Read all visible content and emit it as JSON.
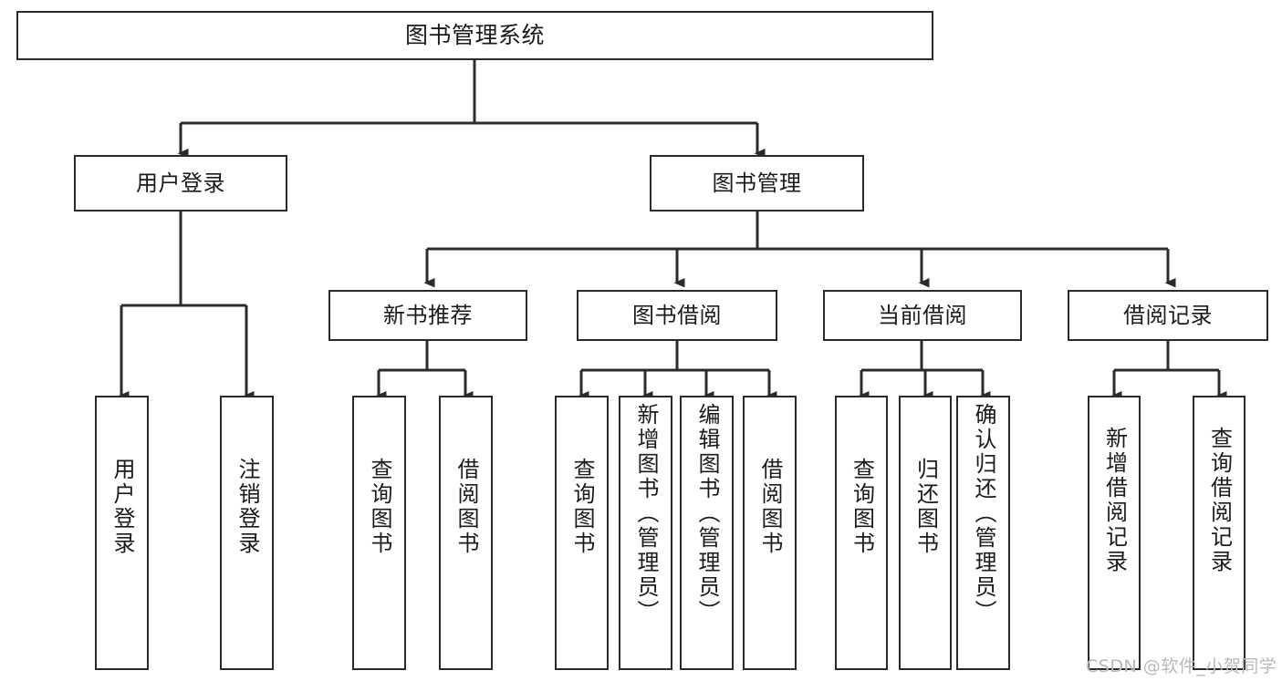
{
  "diagram": {
    "title": "图书管理系统",
    "type": "tree-hierarchy",
    "colors": {
      "stroke": "#2b2b2b",
      "fill": "#ffffff",
      "text": "#1b1b1b",
      "watermark": "#b9b9b9"
    }
  },
  "nodes": {
    "root": {
      "label": "图书管理系统",
      "level": 1
    },
    "level2": [
      {
        "id": "user-login",
        "label": "用户登录"
      },
      {
        "id": "book-management",
        "label": "图书管理"
      }
    ],
    "level3": [
      {
        "id": "new-book-recommend",
        "label": "新书推荐"
      },
      {
        "id": "book-borrow",
        "label": "图书借阅"
      },
      {
        "id": "current-borrow",
        "label": "当前借阅"
      },
      {
        "id": "borrow-record",
        "label": "借阅记录"
      }
    ],
    "leaves": [
      {
        "id": "leaf-user-login",
        "label": "用户登录",
        "parent": "user-login"
      },
      {
        "id": "leaf-logout",
        "label": "注销登录",
        "parent": "user-login"
      },
      {
        "id": "leaf-query-book-1",
        "label": "查询图书",
        "parent": "new-book-recommend"
      },
      {
        "id": "leaf-borrow-book-1",
        "label": "借阅图书",
        "parent": "new-book-recommend"
      },
      {
        "id": "leaf-query-book-2",
        "label": "查询图书",
        "parent": "book-borrow"
      },
      {
        "id": "leaf-add-book",
        "label": "新增图书（管理员）",
        "parent": "book-borrow"
      },
      {
        "id": "leaf-edit-book",
        "label": "编辑图书（管理员）",
        "parent": "book-borrow"
      },
      {
        "id": "leaf-borrow-book-2",
        "label": "借阅图书",
        "parent": "book-borrow"
      },
      {
        "id": "leaf-query-book-3",
        "label": "查询图书",
        "parent": "current-borrow"
      },
      {
        "id": "leaf-return-book",
        "label": "归还图书",
        "parent": "current-borrow"
      },
      {
        "id": "leaf-confirm-return",
        "label": "确认归还（管理员）",
        "parent": "current-borrow"
      },
      {
        "id": "leaf-add-record",
        "label": "新增借阅记录",
        "parent": "borrow-record"
      },
      {
        "id": "leaf-query-record",
        "label": "查询借阅记录",
        "parent": "borrow-record"
      }
    ]
  },
  "watermark": {
    "text": "CSDN @软件_小贺同学"
  }
}
